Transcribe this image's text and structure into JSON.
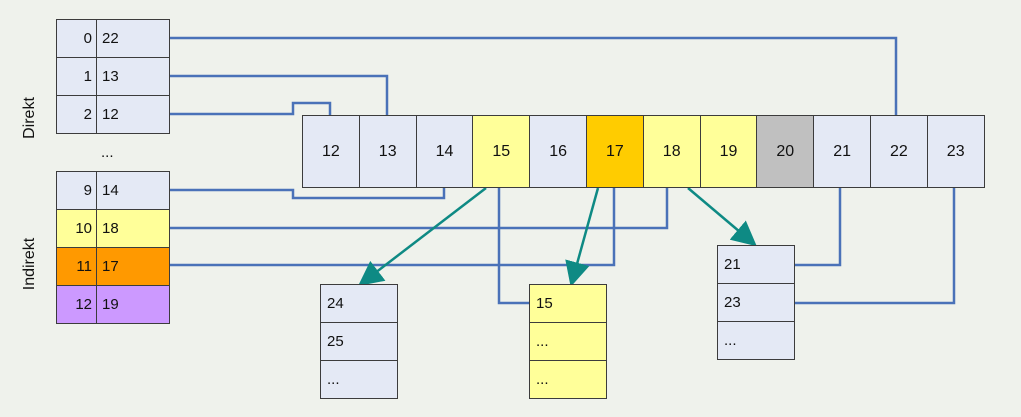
{
  "labels": {
    "direct": "Direkt",
    "indirect": "Indirekt",
    "ellipsis": "..."
  },
  "colors": {
    "default": "#e4e9f5",
    "yellow": "#ffff99",
    "gold": "#ffcc00",
    "orange": "#ff9900",
    "gray": "#c0c0c0",
    "purple": "#cc99ff",
    "blue_line": "#4a72b8",
    "teal_arrow": "#0e8a84"
  },
  "inode_direct": [
    {
      "index": "0",
      "value": "22"
    },
    {
      "index": "1",
      "value": "13"
    },
    {
      "index": "2",
      "value": "12"
    }
  ],
  "inode_indirect": [
    {
      "index": "9",
      "value": "14",
      "color": "default"
    },
    {
      "index": "10",
      "value": "18",
      "color": "yellow"
    },
    {
      "index": "11",
      "value": "17",
      "color": "orange"
    },
    {
      "index": "12",
      "value": "19",
      "color": "purple"
    }
  ],
  "blocks": [
    {
      "label": "12",
      "color": "default"
    },
    {
      "label": "13",
      "color": "default"
    },
    {
      "label": "14",
      "color": "default"
    },
    {
      "label": "15",
      "color": "yellow"
    },
    {
      "label": "16",
      "color": "default"
    },
    {
      "label": "17",
      "color": "gold"
    },
    {
      "label": "18",
      "color": "yellow"
    },
    {
      "label": "19",
      "color": "yellow"
    },
    {
      "label": "20",
      "color": "gray"
    },
    {
      "label": "21",
      "color": "default"
    },
    {
      "label": "22",
      "color": "default"
    },
    {
      "label": "23",
      "color": "default"
    }
  ],
  "pointer_tables": [
    {
      "entries": [
        "24",
        "25",
        "..."
      ],
      "color": "default"
    },
    {
      "entries": [
        "15",
        "...",
        "..."
      ],
      "color": "yellow"
    },
    {
      "entries": [
        "21",
        "23",
        "..."
      ],
      "color": "default"
    }
  ]
}
